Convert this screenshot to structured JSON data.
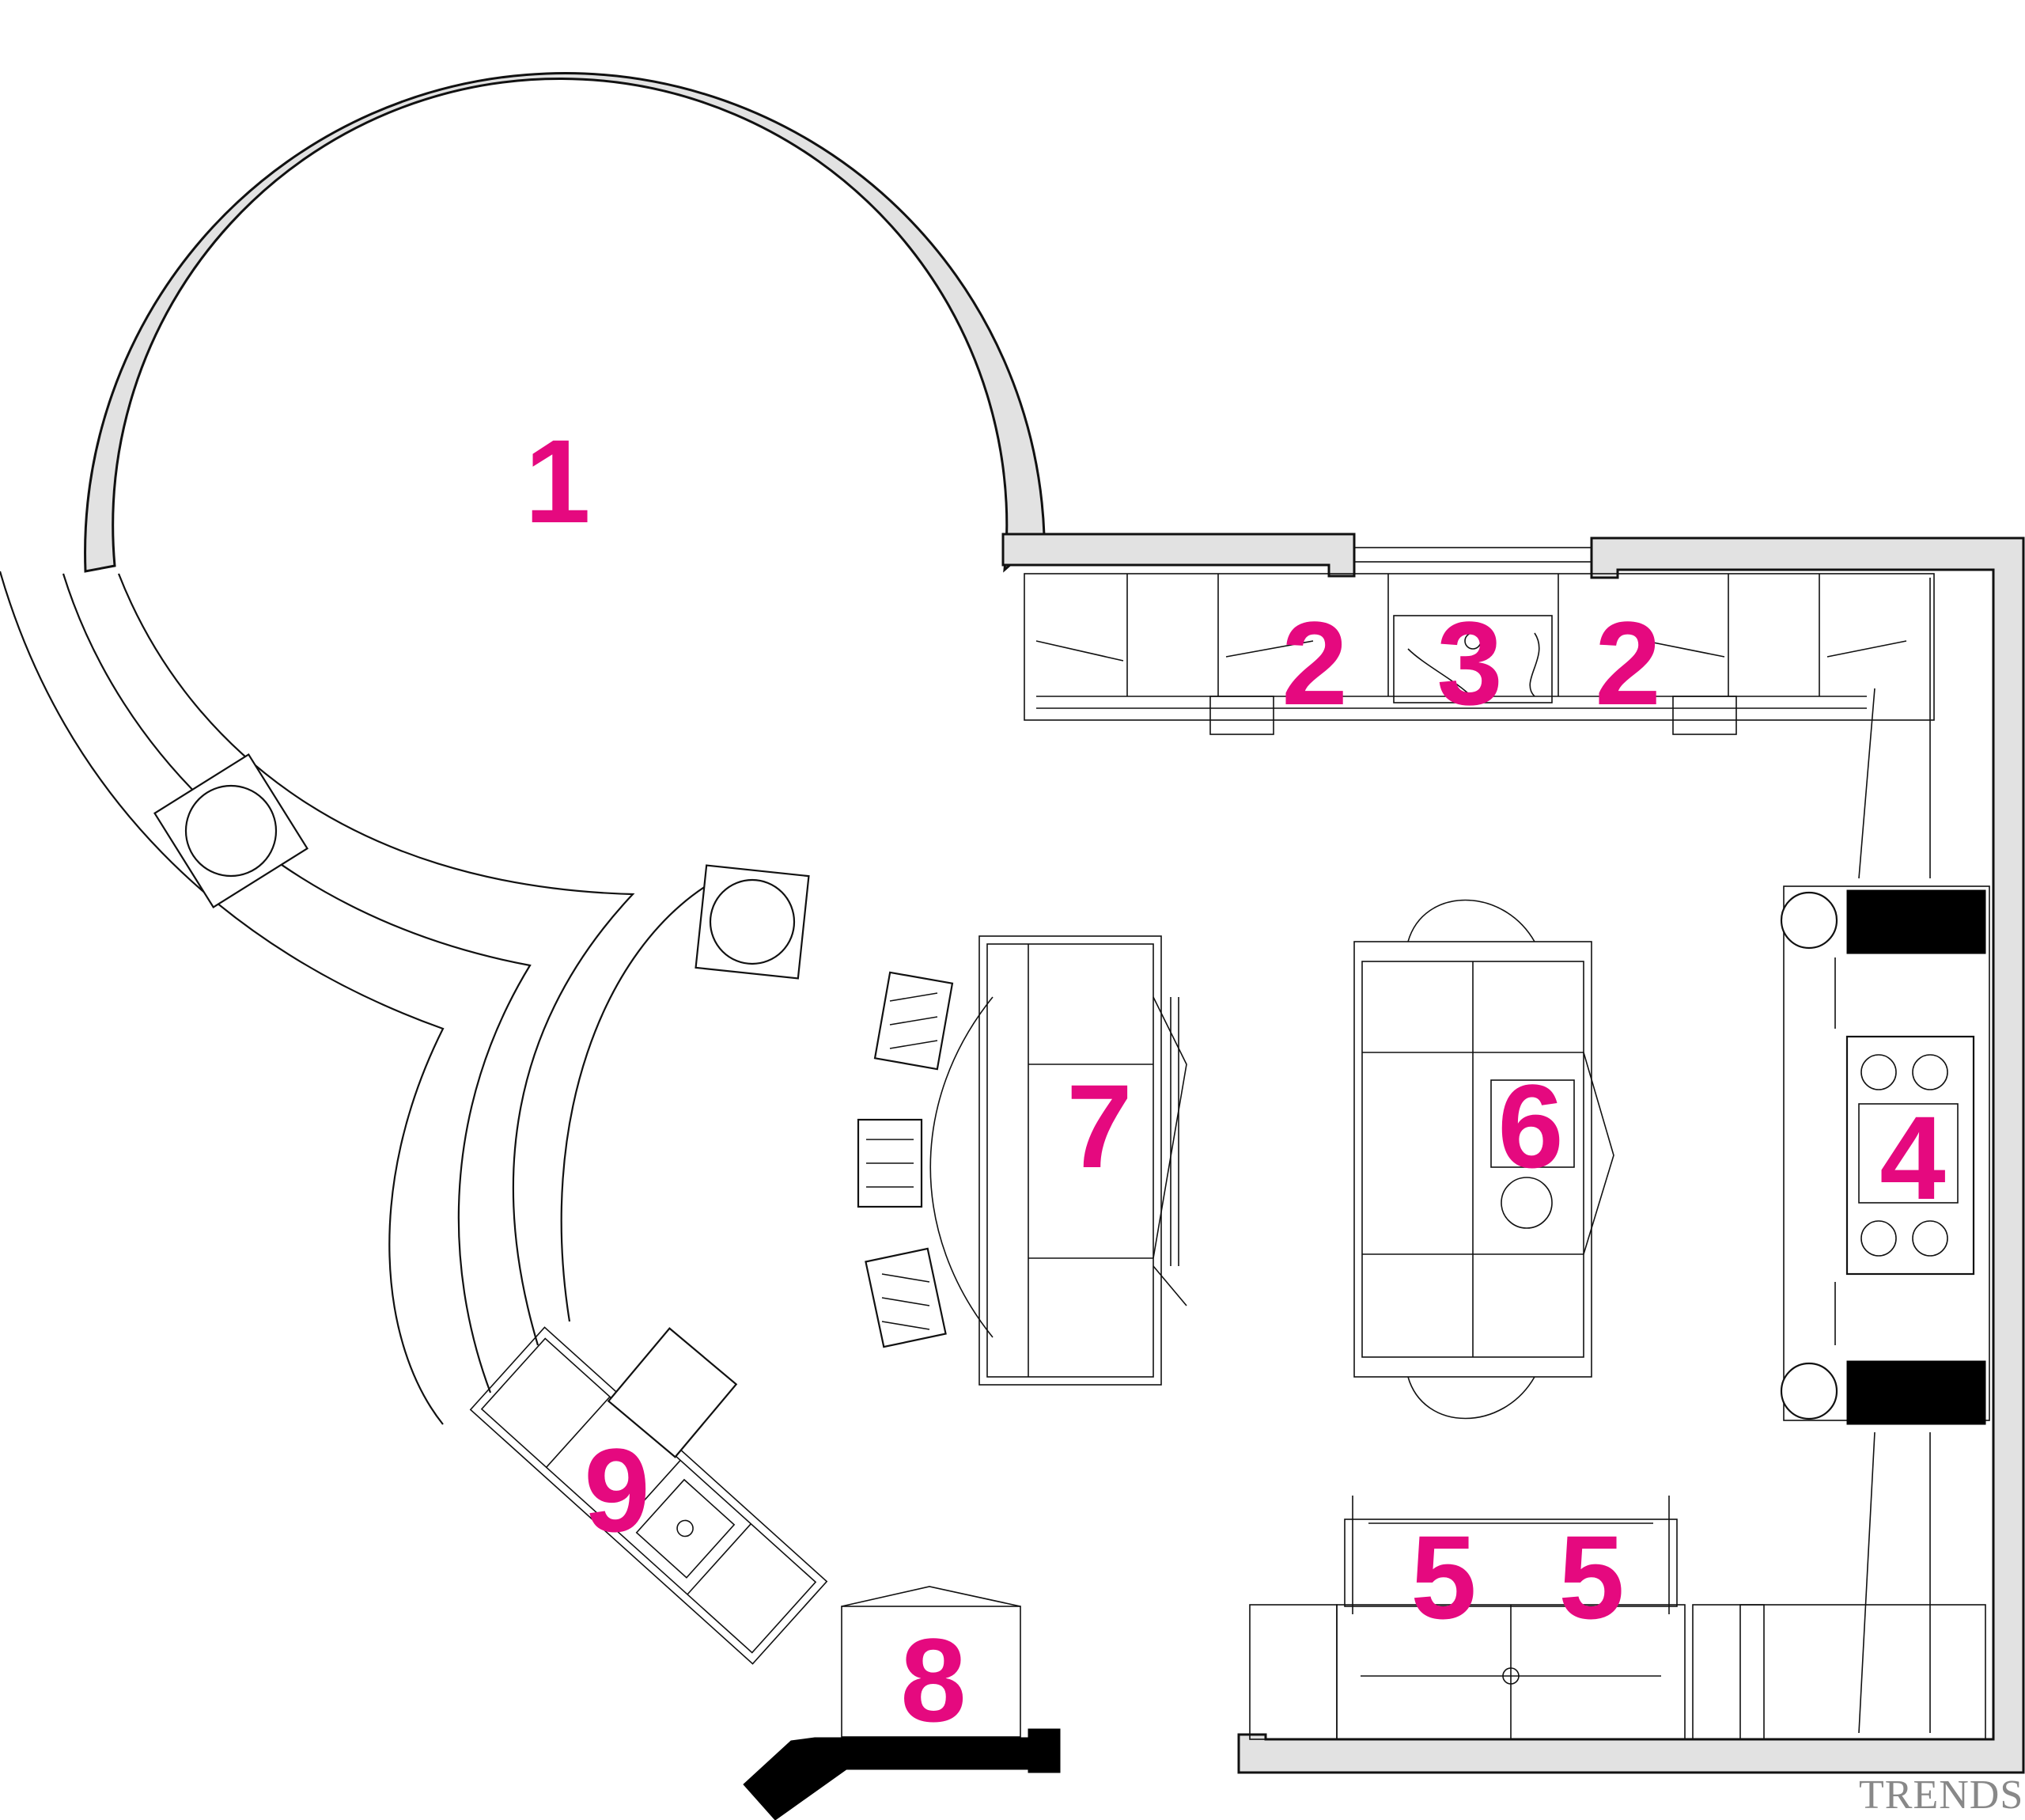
{
  "plan": {
    "zones": [
      {
        "id": "zone-1",
        "label": "1"
      },
      {
        "id": "zone-2-left",
        "label": "2"
      },
      {
        "id": "zone-3",
        "label": "3"
      },
      {
        "id": "zone-2-right",
        "label": "2"
      },
      {
        "id": "zone-4",
        "label": "4"
      },
      {
        "id": "zone-5-left",
        "label": "5"
      },
      {
        "id": "zone-5-right",
        "label": "5"
      },
      {
        "id": "zone-6",
        "label": "6"
      },
      {
        "id": "zone-7",
        "label": "7"
      },
      {
        "id": "zone-8",
        "label": "8"
      },
      {
        "id": "zone-9",
        "label": "9"
      }
    ],
    "label_color": "#e5097f",
    "wall_color": "#e2e2e2"
  },
  "watermark": "TRENDS"
}
